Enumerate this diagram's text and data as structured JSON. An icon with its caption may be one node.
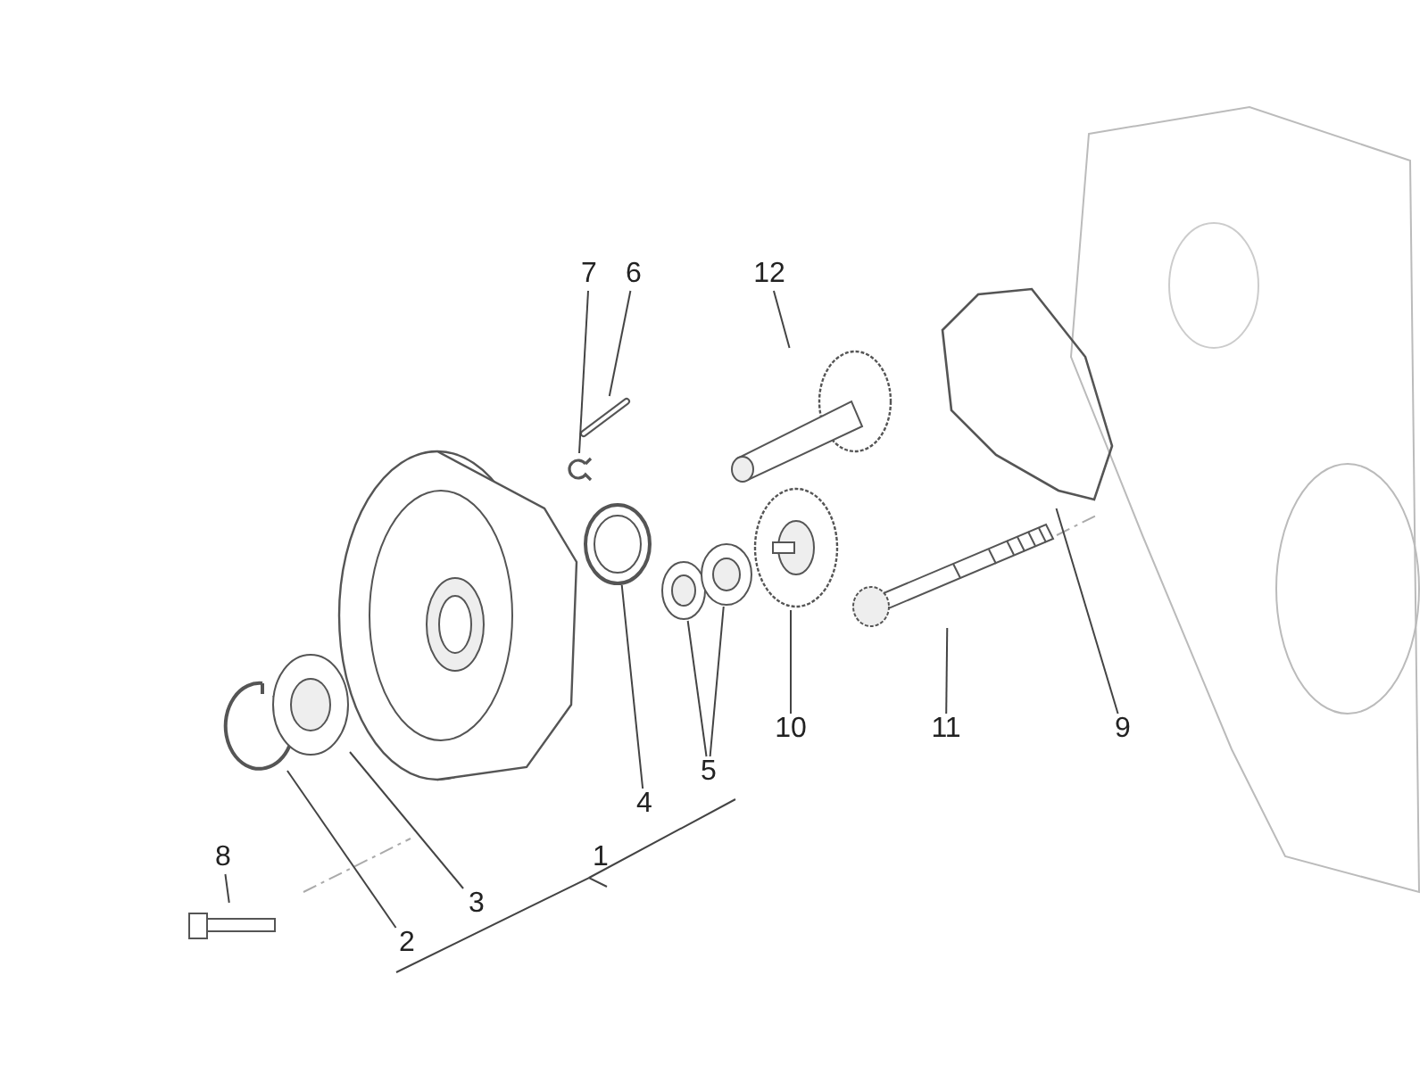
{
  "diagram": {
    "nodes": [
      {
        "text": [],
        "shape": "picture"
      },
      {
        "text": [],
        "shape": "picture"
      },
      {
        "text": [],
        "shape": "picture"
      },
      {
        "text": [],
        "shape": "picture"
      },
      {
        "text": [],
        "shape": "picture"
      },
      {
        "text": [],
        "shape": "picture"
      },
      {
        "text": [],
        "shape": "picture"
      },
      {
        "text": [],
        "shape": "picture"
      },
      {
        "text": [],
        "shape": "picture"
      },
      {
        "text": [],
        "shape": "picture"
      },
      {
        "text": [],
        "shape": "picture"
      },
      {
        "text": [],
        "shape": "picture"
      },
      {
        "text": [],
        "shape": "picture"
      },
      {
        "text": [
          "7"
        ]
      },
      {
        "text": [
          "6"
        ]
      },
      {
        "text": [
          "12"
        ]
      },
      {
        "text": [
          "10"
        ]
      },
      {
        "text": [
          "11"
        ]
      },
      {
        "text": [
          "9"
        ]
      },
      {
        "text": [
          "4"
        ]
      },
      {
        "text": [
          "5"
        ]
      },
      {
        "text": [
          "8"
        ]
      },
      {
        "text": [
          "3"
        ]
      },
      {
        "text": [
          "2"
        ]
      }
    ],
    "edges": [
      {
        "from": 13,
        "to": 7,
        "arrow": "none"
      },
      {
        "from": 14,
        "to": 6,
        "arrow": "none"
      },
      {
        "from": 15,
        "to": 12,
        "arrow": "none"
      },
      {
        "from": 16,
        "to": 10,
        "arrow": "none"
      },
      {
        "from": 17,
        "to": 11,
        "arrow": "none"
      },
      {
        "from": 18,
        "to": 9,
        "arrow": "none"
      },
      {
        "from": 19,
        "to": 3,
        "arrow": "none"
      },
      {
        "from": 20,
        "to": 4,
        "arrow": "none"
      },
      {
        "from": 20,
        "to": 5,
        "arrow": "none"
      },
      {
        "from": 21,
        "to": 8,
        "arrow": "none"
      },
      {
        "from": 22,
        "to": 2,
        "arrow": "none"
      },
      {
        "from": 23,
        "to": 1,
        "arrow": "none"
      }
    ],
    "labels": [
      "1"
    ]
  }
}
